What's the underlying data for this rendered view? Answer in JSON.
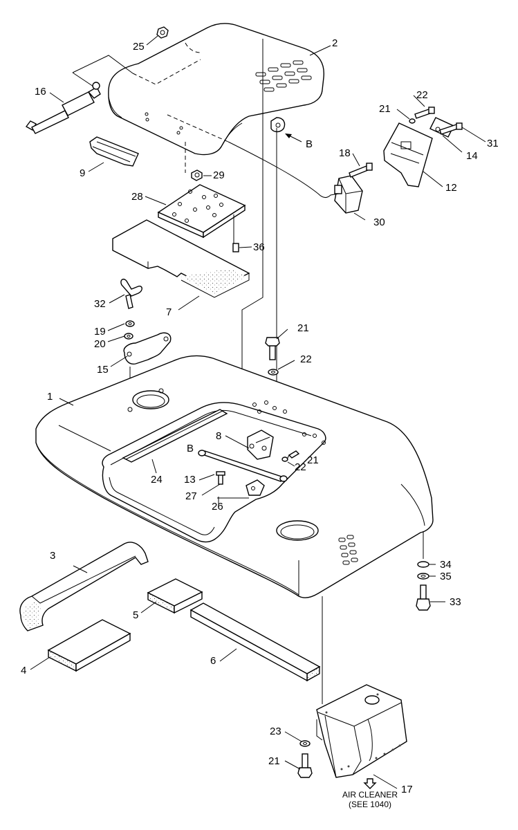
{
  "labels": {
    "p1": "1",
    "p2": "2",
    "p3": "3",
    "p4": "4",
    "p5": "5",
    "p6": "6",
    "p7": "7",
    "p8": "8",
    "p9": "9",
    "p12": "12",
    "p13": "13",
    "p14": "14",
    "p15": "15",
    "p16": "16",
    "p17": "17",
    "p18": "18",
    "p19": "19",
    "p20": "20",
    "p21": "21",
    "p22": "22",
    "p23": "23",
    "p24": "24",
    "p25": "25",
    "p26": "26",
    "p27": "27",
    "p28": "28",
    "p29": "29",
    "p30": "30",
    "p31": "31",
    "p32": "32",
    "p33": "33",
    "p34": "34",
    "p35": "35",
    "p36": "36",
    "refB": "B"
  },
  "note": {
    "line1": "AIR CLEANER",
    "line2": "(SEE 1040)"
  }
}
